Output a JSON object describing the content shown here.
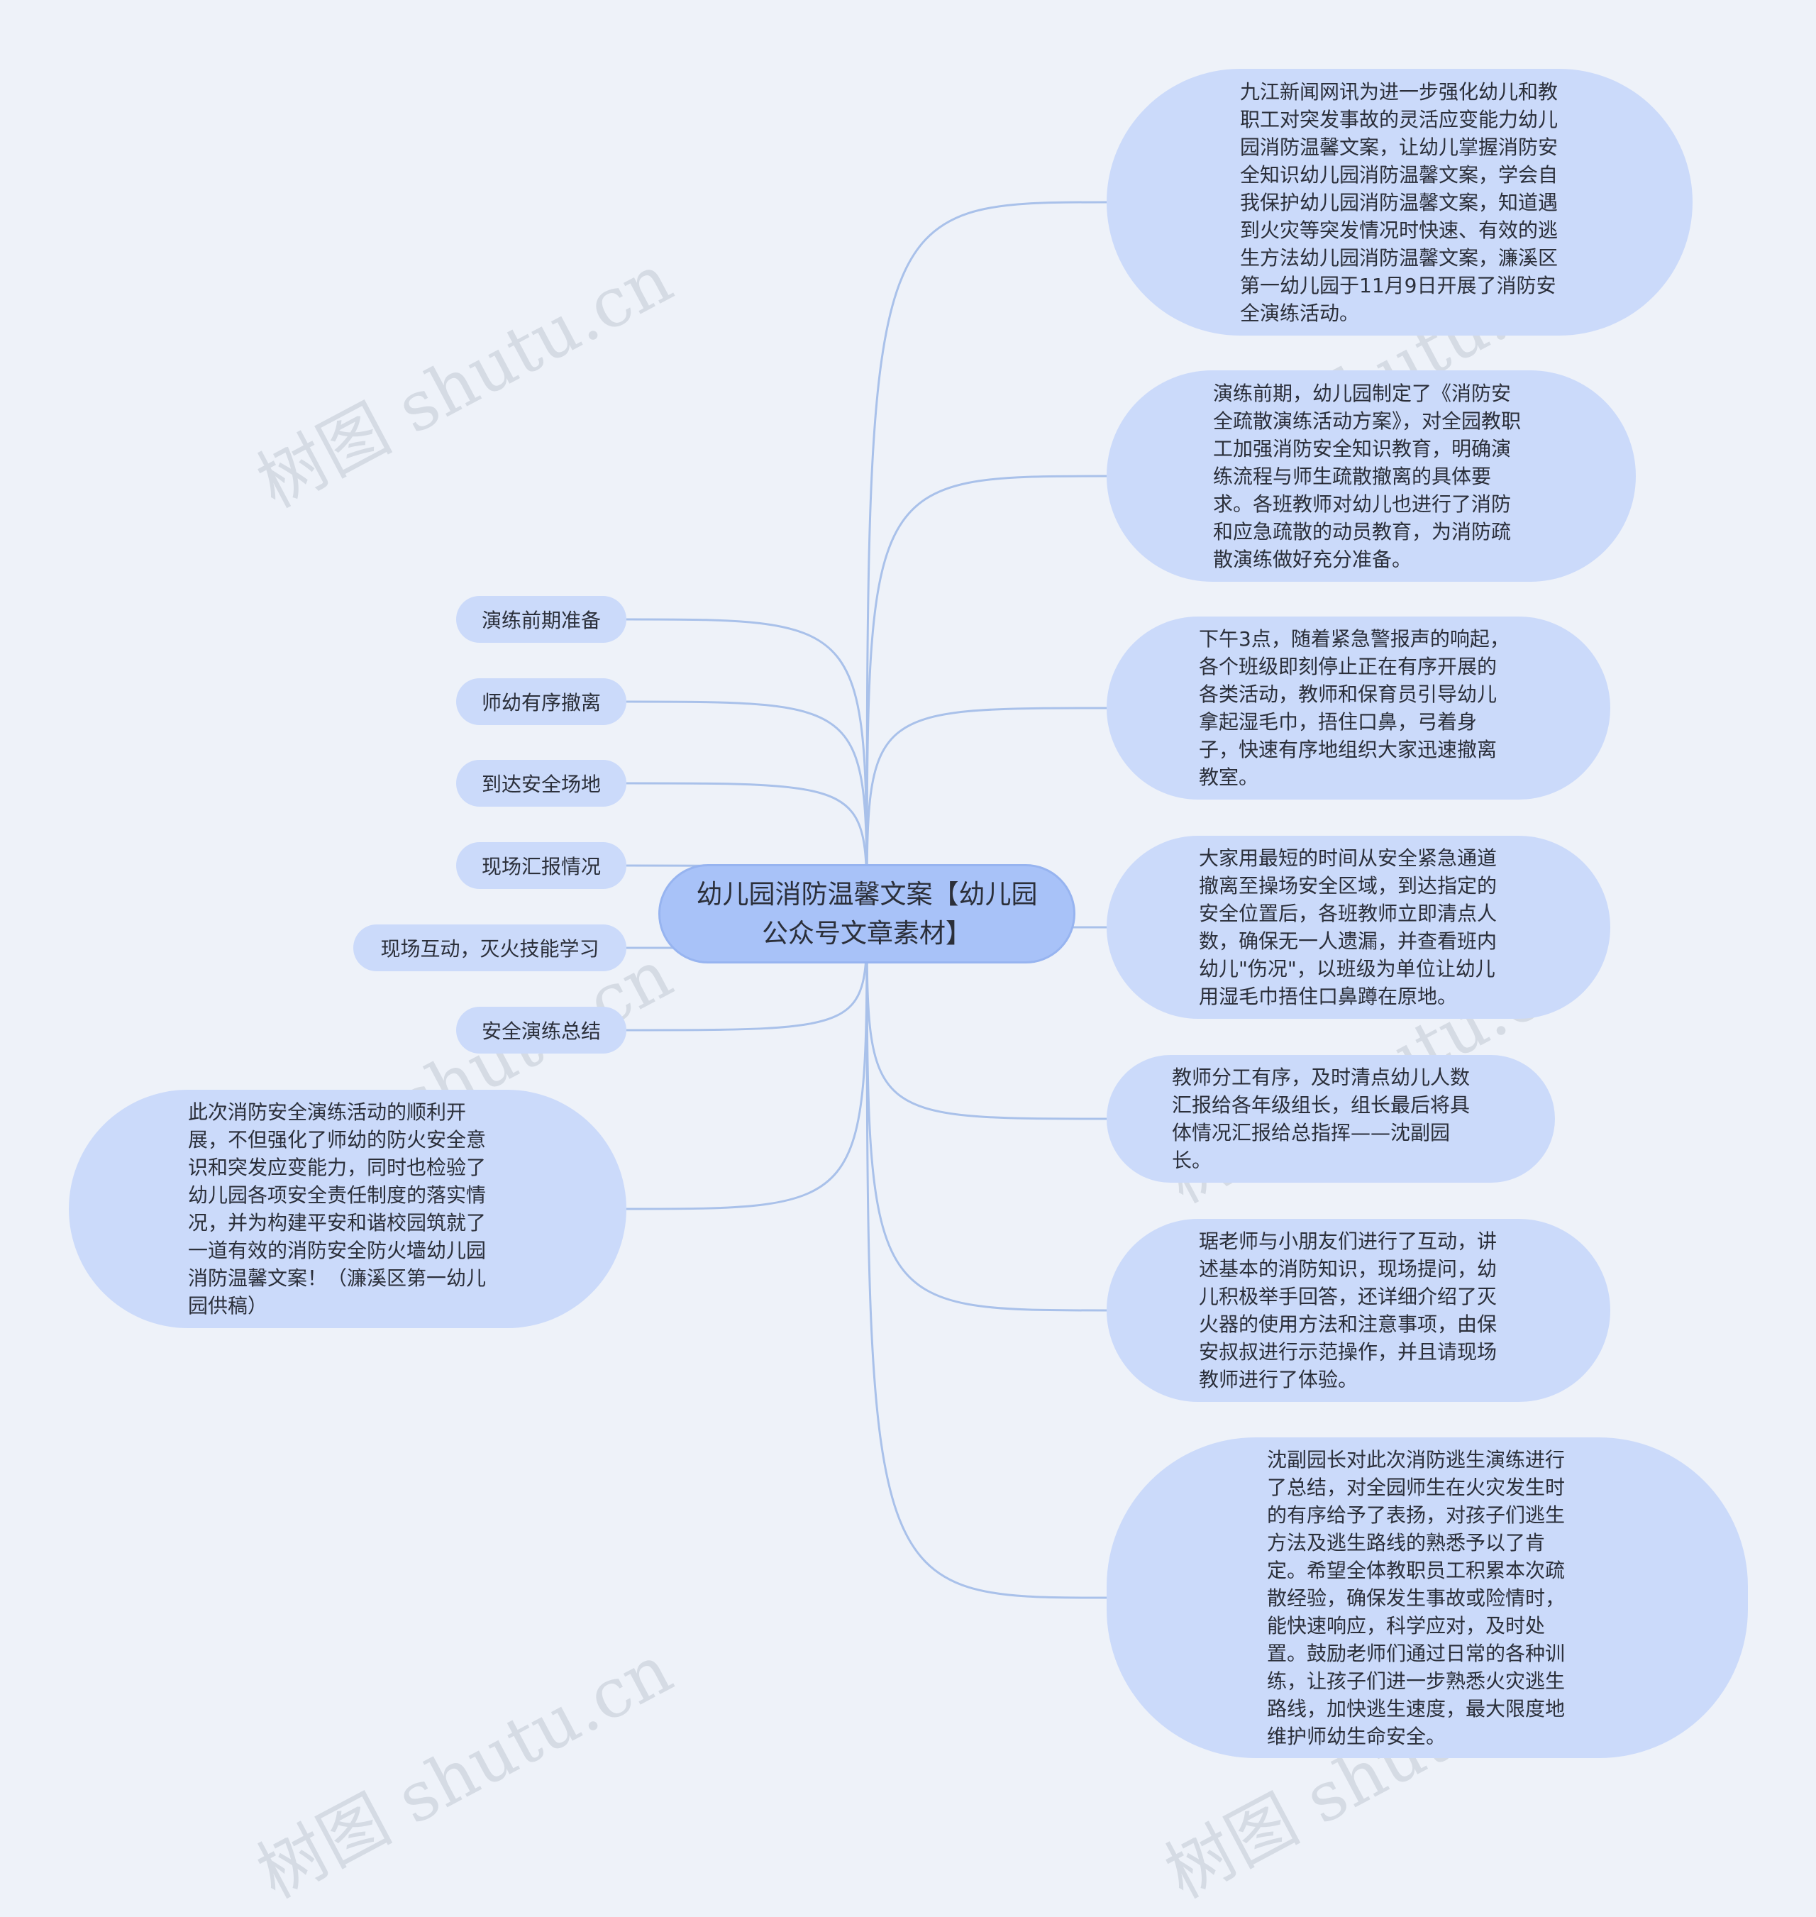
{
  "center": {
    "title": "幼儿园消防温馨文案【幼儿园公众号文章素材】"
  },
  "left_branches": [
    {
      "label": "演练前期准备"
    },
    {
      "label": "师幼有序撤离"
    },
    {
      "label": "到达安全场地"
    },
    {
      "label": "现场汇报情况"
    },
    {
      "label": "现场互动，灭火技能学习"
    },
    {
      "label": "安全演练总结"
    }
  ],
  "left_summary": {
    "text": "此次消防安全演练活动的顺利开展，不但强化了师幼的防火安全意识和突发应变能力，同时也检验了幼儿园各项安全责任制度的落实情况，并为构建平安和谐校园筑就了一道有效的消防安全防火墙幼儿园消防温馨文案！（濂溪区第一幼儿园供稿）"
  },
  "right_details": [
    {
      "text": "九江新闻网讯为进一步强化幼儿和教职工对突发事故的灵活应变能力幼儿园消防温馨文案，让幼儿掌握消防安全知识幼儿园消防温馨文案，学会自我保护幼儿园消防温馨文案，知道遇到火灾等突发情况时快速、有效的逃生方法幼儿园消防温馨文案，濂溪区第一幼儿园于11月9日开展了消防安全演练活动。"
    },
    {
      "text": "演练前期，幼儿园制定了《消防安全疏散演练活动方案》，对全园教职工加强消防安全知识教育，明确演练流程与师生疏散撤离的具体要求。各班教师对幼儿也进行了消防和应急疏散的动员教育，为消防疏散演练做好充分准备。"
    },
    {
      "text": "下午3点，随着紧急警报声的响起，各个班级即刻停止正在有序开展的各类活动，教师和保育员引导幼儿拿起湿毛巾，捂住口鼻，弓着身子，快速有序地组织大家迅速撤离教室。"
    },
    {
      "text": "大家用最短的时间从安全紧急通道撤离至操场安全区域，到达指定的安全位置后，各班教师立即清点人数，确保无一人遗漏，并查看班内幼儿\"伤况\"，以班级为单位让幼儿用湿毛巾捂住口鼻蹲在原地。"
    },
    {
      "text": "教师分工有序，及时清点幼儿人数汇报给各年级组长，组长最后将具体情况汇报给总指挥——沈副园长。"
    },
    {
      "text": "琚老师与小朋友们进行了互动，讲述基本的消防知识，现场提问，幼儿积极举手回答，还详细介绍了灭火器的使用方法和注意事项，由保安叔叔进行示范操作，并且请现场教师进行了体验。"
    },
    {
      "text": "沈副园长对此次消防逃生演练进行了总结，对全园师生在火灾发生时的有序给予了表扬，对孩子们逃生方法及逃生路线的熟悉予以了肯定。希望全体教职员工积累本次疏散经验，确保发生事故或险情时，能快速响应，科学应对，及时处置。鼓励老师们通过日常的各种训练，让孩子们进一步熟悉火灾逃生路线，加快逃生速度，最大限度地维护师幼生命安全。"
    }
  ],
  "watermark": {
    "text": "树图 shutu.cn"
  },
  "colors": {
    "background": "#eef2f9",
    "node": "#cbdafa",
    "center": "#a8c2f8",
    "link": "#a9c1ea"
  }
}
